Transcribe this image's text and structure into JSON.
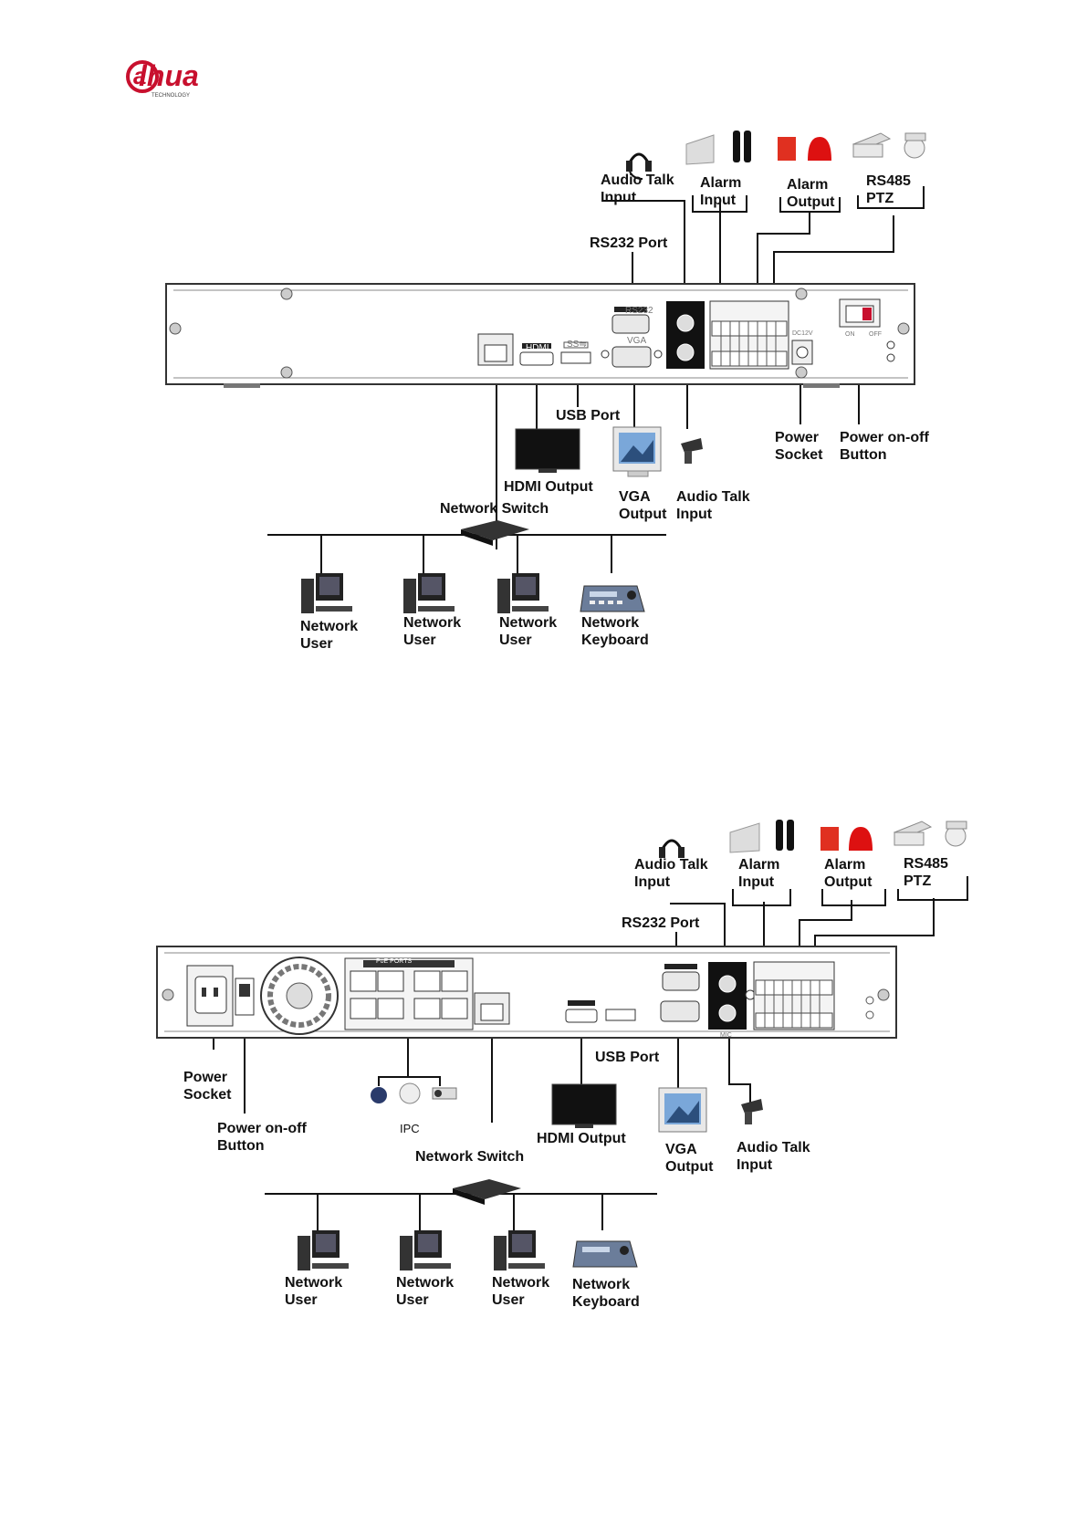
{
  "logo": {
    "text": "alhua",
    "subtext": "TECHNOLOGY",
    "color": "#c8102e"
  },
  "diagram1": {
    "labels": {
      "audio_talk_input_top": "Audio Talk\nInput",
      "alarm_input": "Alarm\nInput",
      "alarm_output": "Alarm\nOutput",
      "rs485_ptz": "RS485\nPTZ",
      "rs232_port": "RS232 Port",
      "usb_port": "USB Port",
      "power_socket": "Power\nSocket",
      "power_onoff_button": "Power on-off\nButton",
      "hdmi_output": "HDMI Output",
      "network_switch": "Network Switch",
      "vga_output": "VGA\nOutput",
      "audio_talk_input_bottom": "Audio Talk\nInput",
      "network_user_1": "Network\nUser",
      "network_user_2": "Network\nUser",
      "network_user_3": "Network\nUser",
      "network_keyboard": "Network\nKeyboard"
    }
  },
  "diagram2": {
    "labels": {
      "audio_talk_input_top": "Audio Talk\nInput",
      "alarm_input": "Alarm\nInput",
      "alarm_output": "Alarm\nOutput",
      "rs485_ptz": "RS485\nPTZ",
      "rs232_port": "RS232 Port",
      "usb_port": "USB Port",
      "power_socket": "Power\nSocket",
      "power_onoff_button": "Power on-off\nButton",
      "ipc": "IPC",
      "hdmi_output": "HDMI Output",
      "network_switch": "Network Switch",
      "vga_output": "VGA\nOutput",
      "audio_talk_input_bottom": "Audio Talk\nInput",
      "network_user_1": "Network\nUser",
      "network_user_2": "Network\nUser",
      "network_user_3": "Network\nUser",
      "network_keyboard": "Network\nKeyboard"
    }
  },
  "panel_text": {
    "rs232": "RS232",
    "vga": "VGA",
    "hdmi": "HDMI",
    "usb": "SS⇋",
    "poe_ports": "PoE PORTS",
    "dc12v": "DC12V",
    "on": "ON",
    "off": "OFF",
    "mic": "MIC"
  }
}
